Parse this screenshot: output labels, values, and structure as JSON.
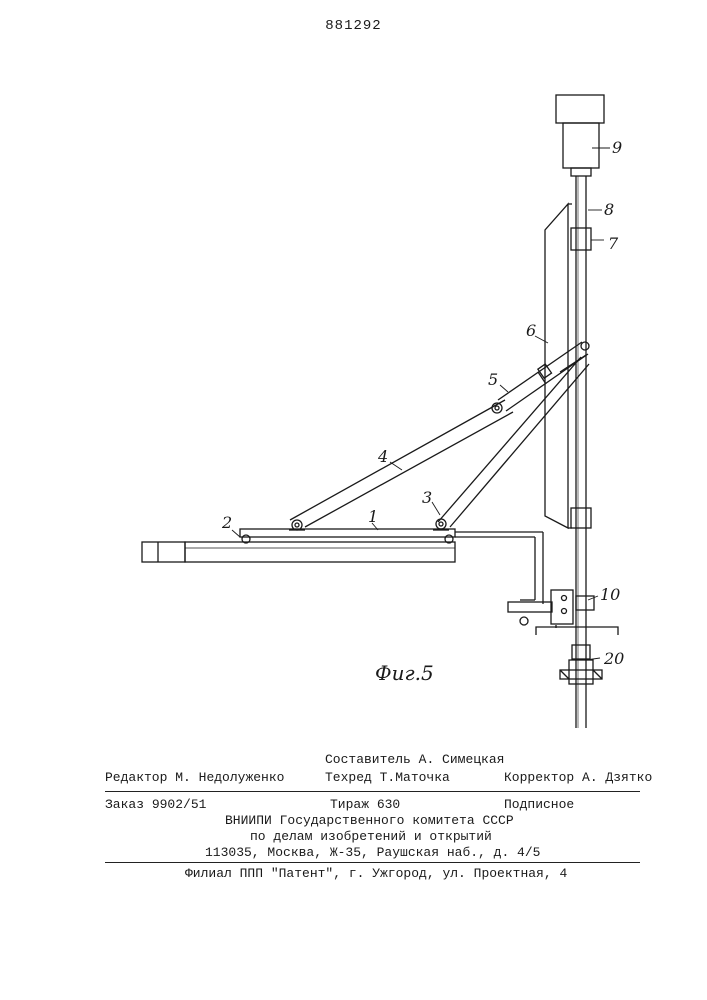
{
  "document": {
    "patent_number": "881292",
    "figure_caption": "Фиг.5",
    "part_labels": [
      "1",
      "2",
      "3",
      "4",
      "5",
      "6",
      "7",
      "8",
      "9",
      "10",
      "20"
    ]
  },
  "colophon": {
    "composer_label": "Составитель",
    "composer": "А. Симецкая",
    "editor_label": "Редактор",
    "editor": "М. Недолуженко",
    "techred_label": "Техред",
    "techred": "Т.Маточка",
    "corrector_label": "Корректор",
    "corrector": "А. Дзятко",
    "order_label": "Заказ",
    "order": "9902/51",
    "print_run_label": "Тираж",
    "print_run": "630",
    "subscription": "Подписное",
    "institution_line1": "ВНИИПИ Государственного комитета СССР",
    "institution_line2": "по делам изобретений и открытий",
    "institution_address": "113035, Москва, Ж-35, Раушская наб., д. 4/5",
    "branch": "Филиал ППП \"Патент\", г. Ужгород, ул. Проектная, 4"
  }
}
